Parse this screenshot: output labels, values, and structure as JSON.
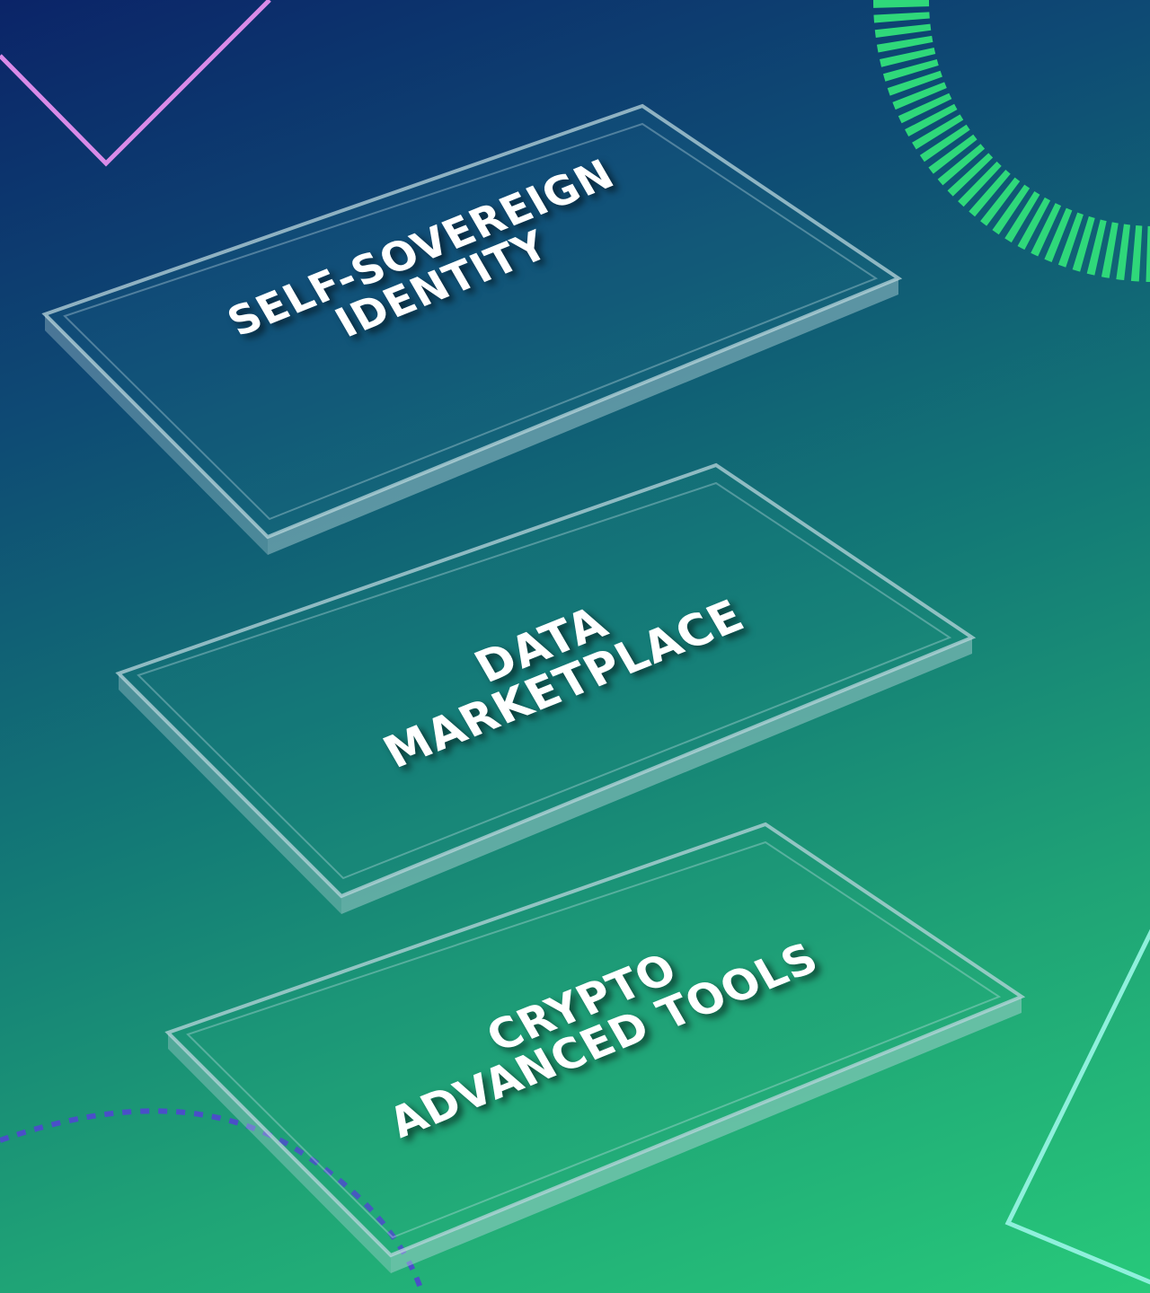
{
  "layers": [
    {
      "line1": "SELF-SOVEREIGN",
      "line2": "IDENTITY"
    },
    {
      "line1": "DATA",
      "line2": "MARKETPLACE"
    },
    {
      "line1": "CRYPTO",
      "line2": "ADVANCED TOOLS"
    }
  ],
  "colors": {
    "bg_top": "#0b2468",
    "bg_bottom": "#27c97a",
    "pink_chevron": "#d98be8",
    "green_dashes": "#2fd87a",
    "blue_dots": "#4a4fc8",
    "cyan_outline": "#8ff0dc",
    "glass_edge": "#b9d6dc"
  },
  "icons": [
    "pink-chevron-decoration",
    "green-dashed-arc-decoration",
    "blue-dotted-arc-decoration",
    "cyan-outline-shape-decoration"
  ]
}
